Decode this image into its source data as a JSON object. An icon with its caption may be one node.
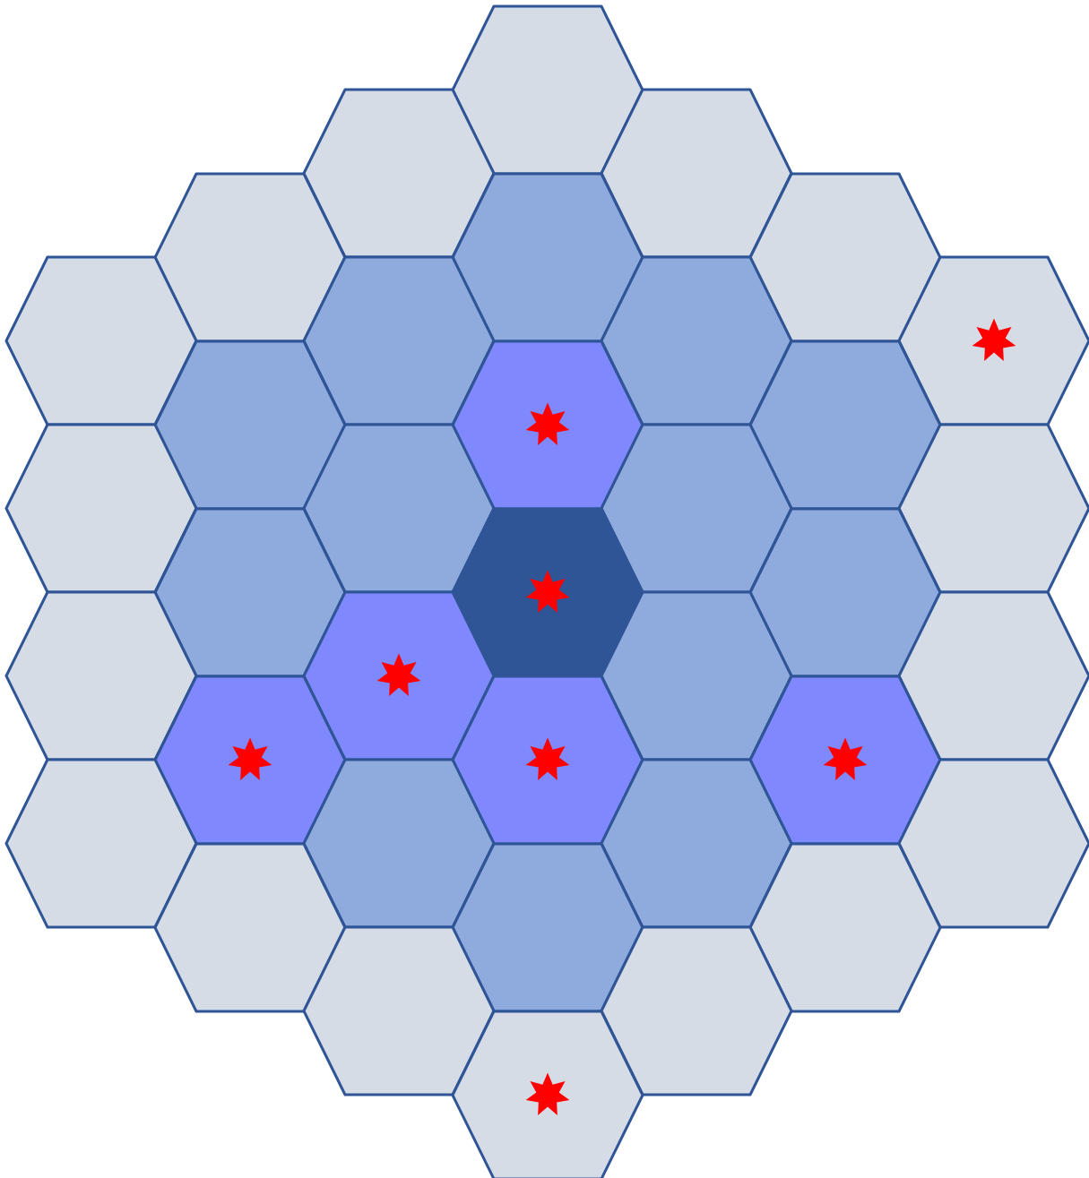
{
  "diagram": {
    "nodes": [
      {
        "text": [],
        "shape": "hexagon"
      },
      {
        "text": [],
        "shape": "hexagon"
      },
      {
        "text": [],
        "shape": "hexagon"
      },
      {
        "text": [],
        "shape": "hexagon"
      },
      {
        "text": [],
        "shape": "hexagon"
      },
      {
        "text": [],
        "shape": "hexagon"
      },
      {
        "text": [],
        "shape": "hexagon"
      },
      {
        "text": [],
        "shape": "hexagon"
      },
      {
        "text": [],
        "shape": "hexagon"
      },
      {
        "text": [],
        "shape": "hexagon"
      },
      {
        "text": [],
        "shape": "hexagon"
      },
      {
        "text": [],
        "shape": "hexagon"
      },
      {
        "text": [],
        "shape": "hexagon"
      },
      {
        "text": [],
        "shape": "hexagon"
      },
      {
        "text": [],
        "shape": "hexagon"
      },
      {
        "text": [],
        "shape": "hexagon"
      },
      {
        "text": [],
        "shape": "hexagon"
      },
      {
        "text": [],
        "shape": "hexagon"
      },
      {
        "text": [],
        "shape": "hexagon"
      },
      {
        "text": [],
        "shape": "hexagon"
      },
      {
        "text": [],
        "shape": "hexagon"
      },
      {
        "text": [],
        "shape": "hexagon"
      },
      {
        "text": [],
        "shape": "hexagon"
      },
      {
        "text": [],
        "shape": "hexagon"
      },
      {
        "text": [],
        "shape": "hexagon"
      },
      {
        "text": [],
        "shape": "hexagon"
      },
      {
        "text": [],
        "shape": "hexagon"
      },
      {
        "text": [],
        "shape": "hexagon"
      },
      {
        "text": [],
        "shape": "hexagon"
      },
      {
        "text": [],
        "shape": "hexagon"
      },
      {
        "text": [],
        "shape": "hexagon"
      },
      {
        "text": [],
        "shape": "hexagon"
      },
      {
        "text": [],
        "shape": "hexagon"
      },
      {
        "text": [],
        "shape": "hexagon"
      },
      {
        "text": [],
        "shape": "hexagon"
      },
      {
        "text": [],
        "shape": "hexagon"
      },
      {
        "text": [],
        "shape": "hexagon"
      }
    ]
  }
}
